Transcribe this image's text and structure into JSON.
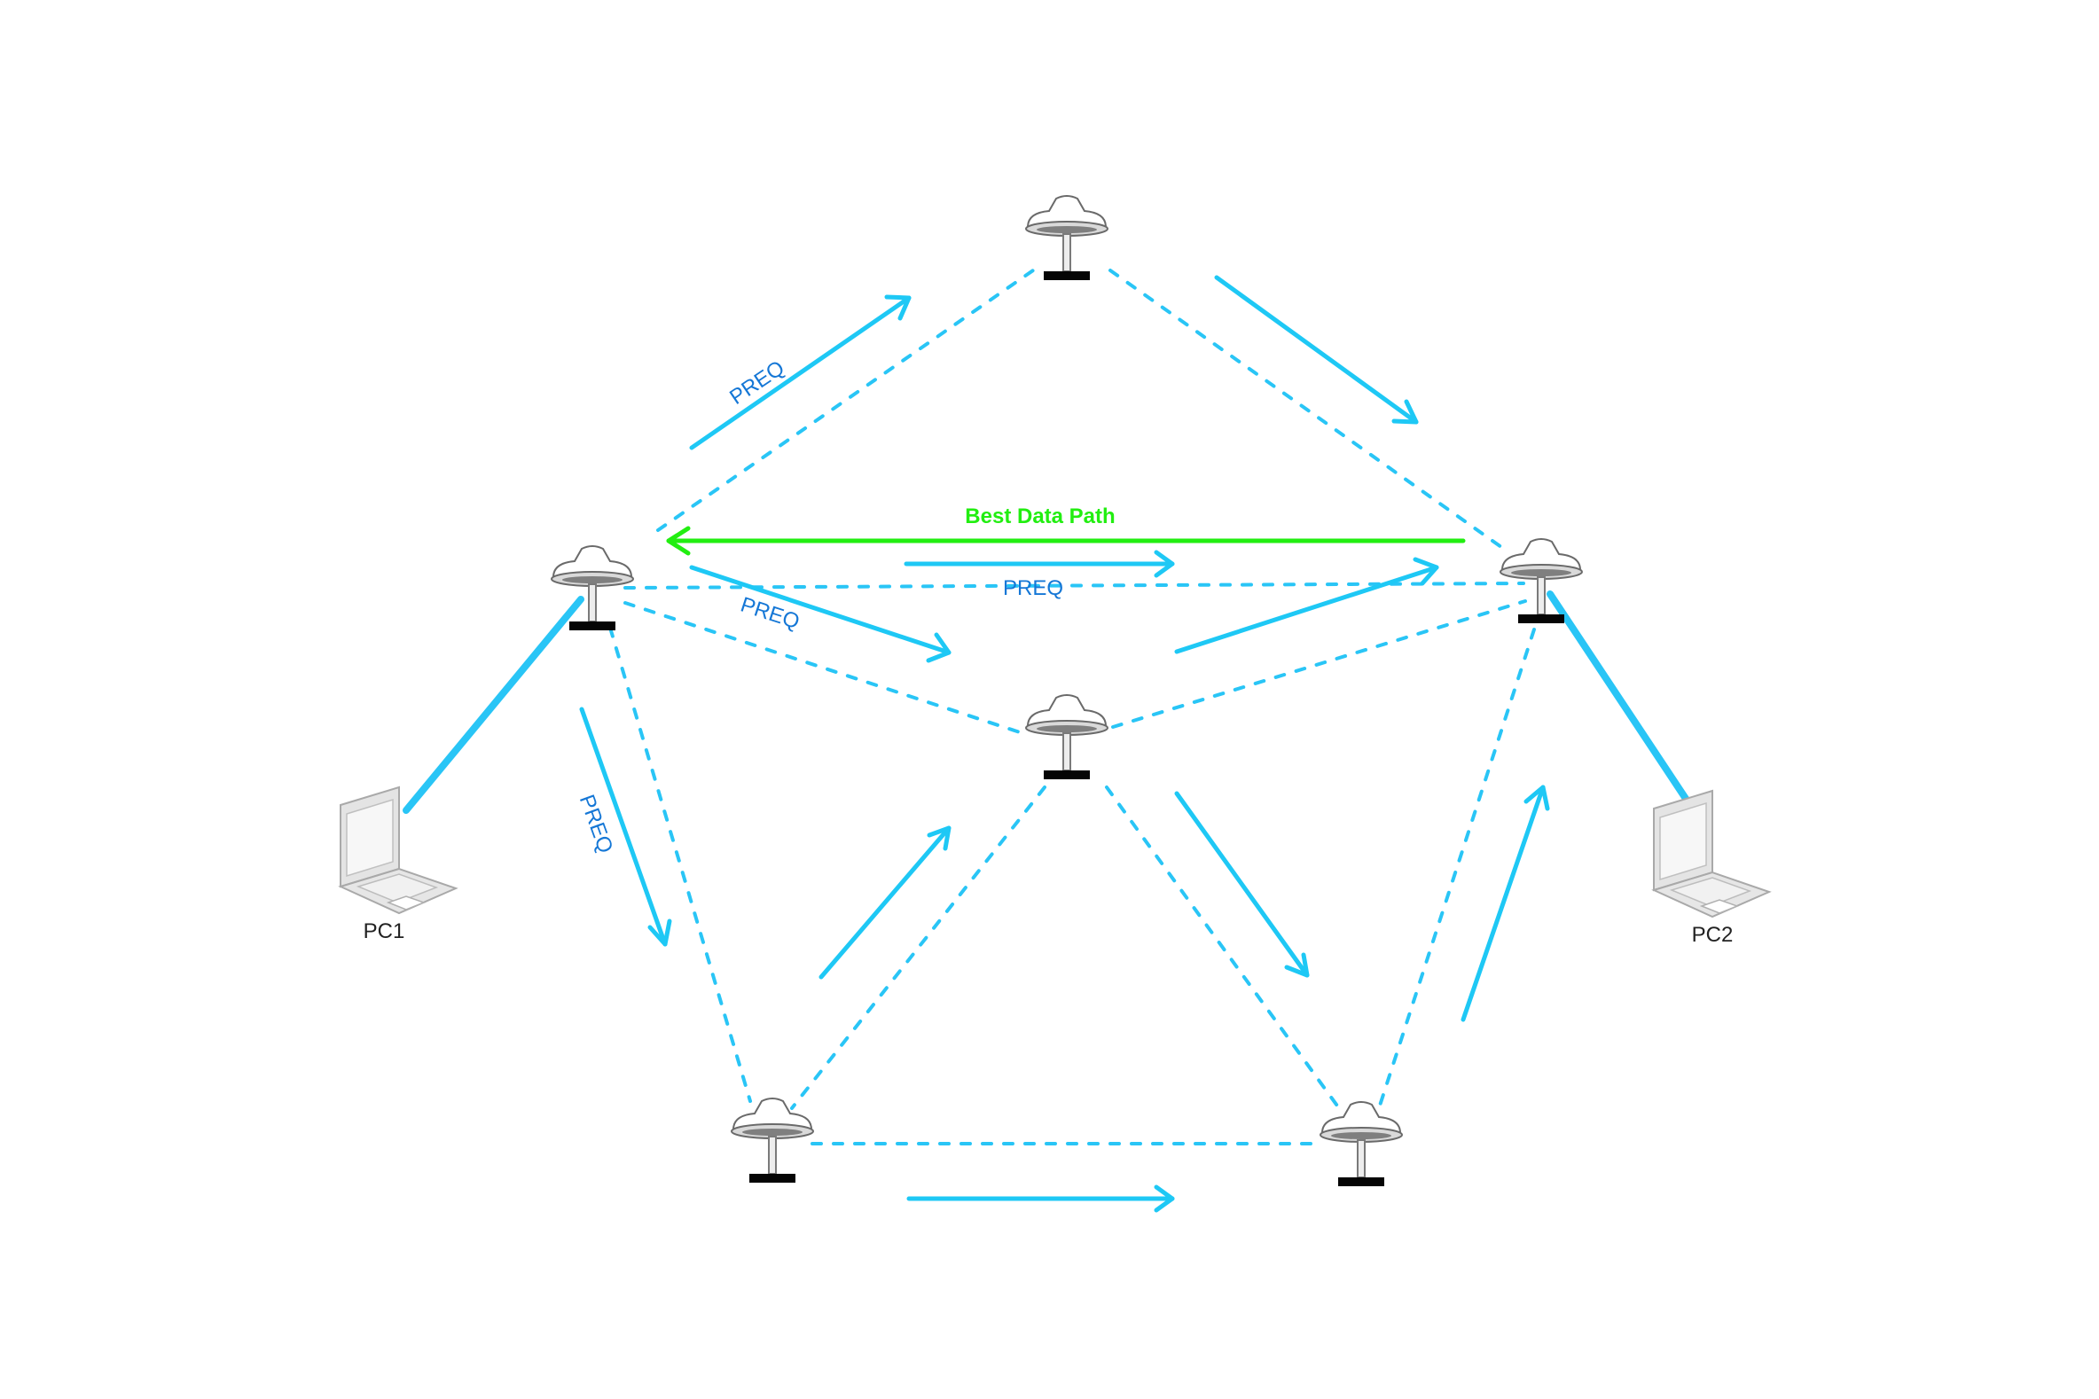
{
  "labels": {
    "best_path": "Best Data Path",
    "preq": "PREQ",
    "pc1": "PC1",
    "pc2": "PC2"
  },
  "nodes": {
    "top": "mesh-node",
    "left": "mesh-node",
    "center": "mesh-node",
    "right": "mesh-node",
    "bottom_left": "mesh-node",
    "bottom_right": "mesh-node"
  },
  "colors": {
    "link": "#29c5f6",
    "arrow": "#1ec8f5",
    "label": "#1577d6",
    "best_path": "#22ee11",
    "pc_label": "#222222"
  }
}
